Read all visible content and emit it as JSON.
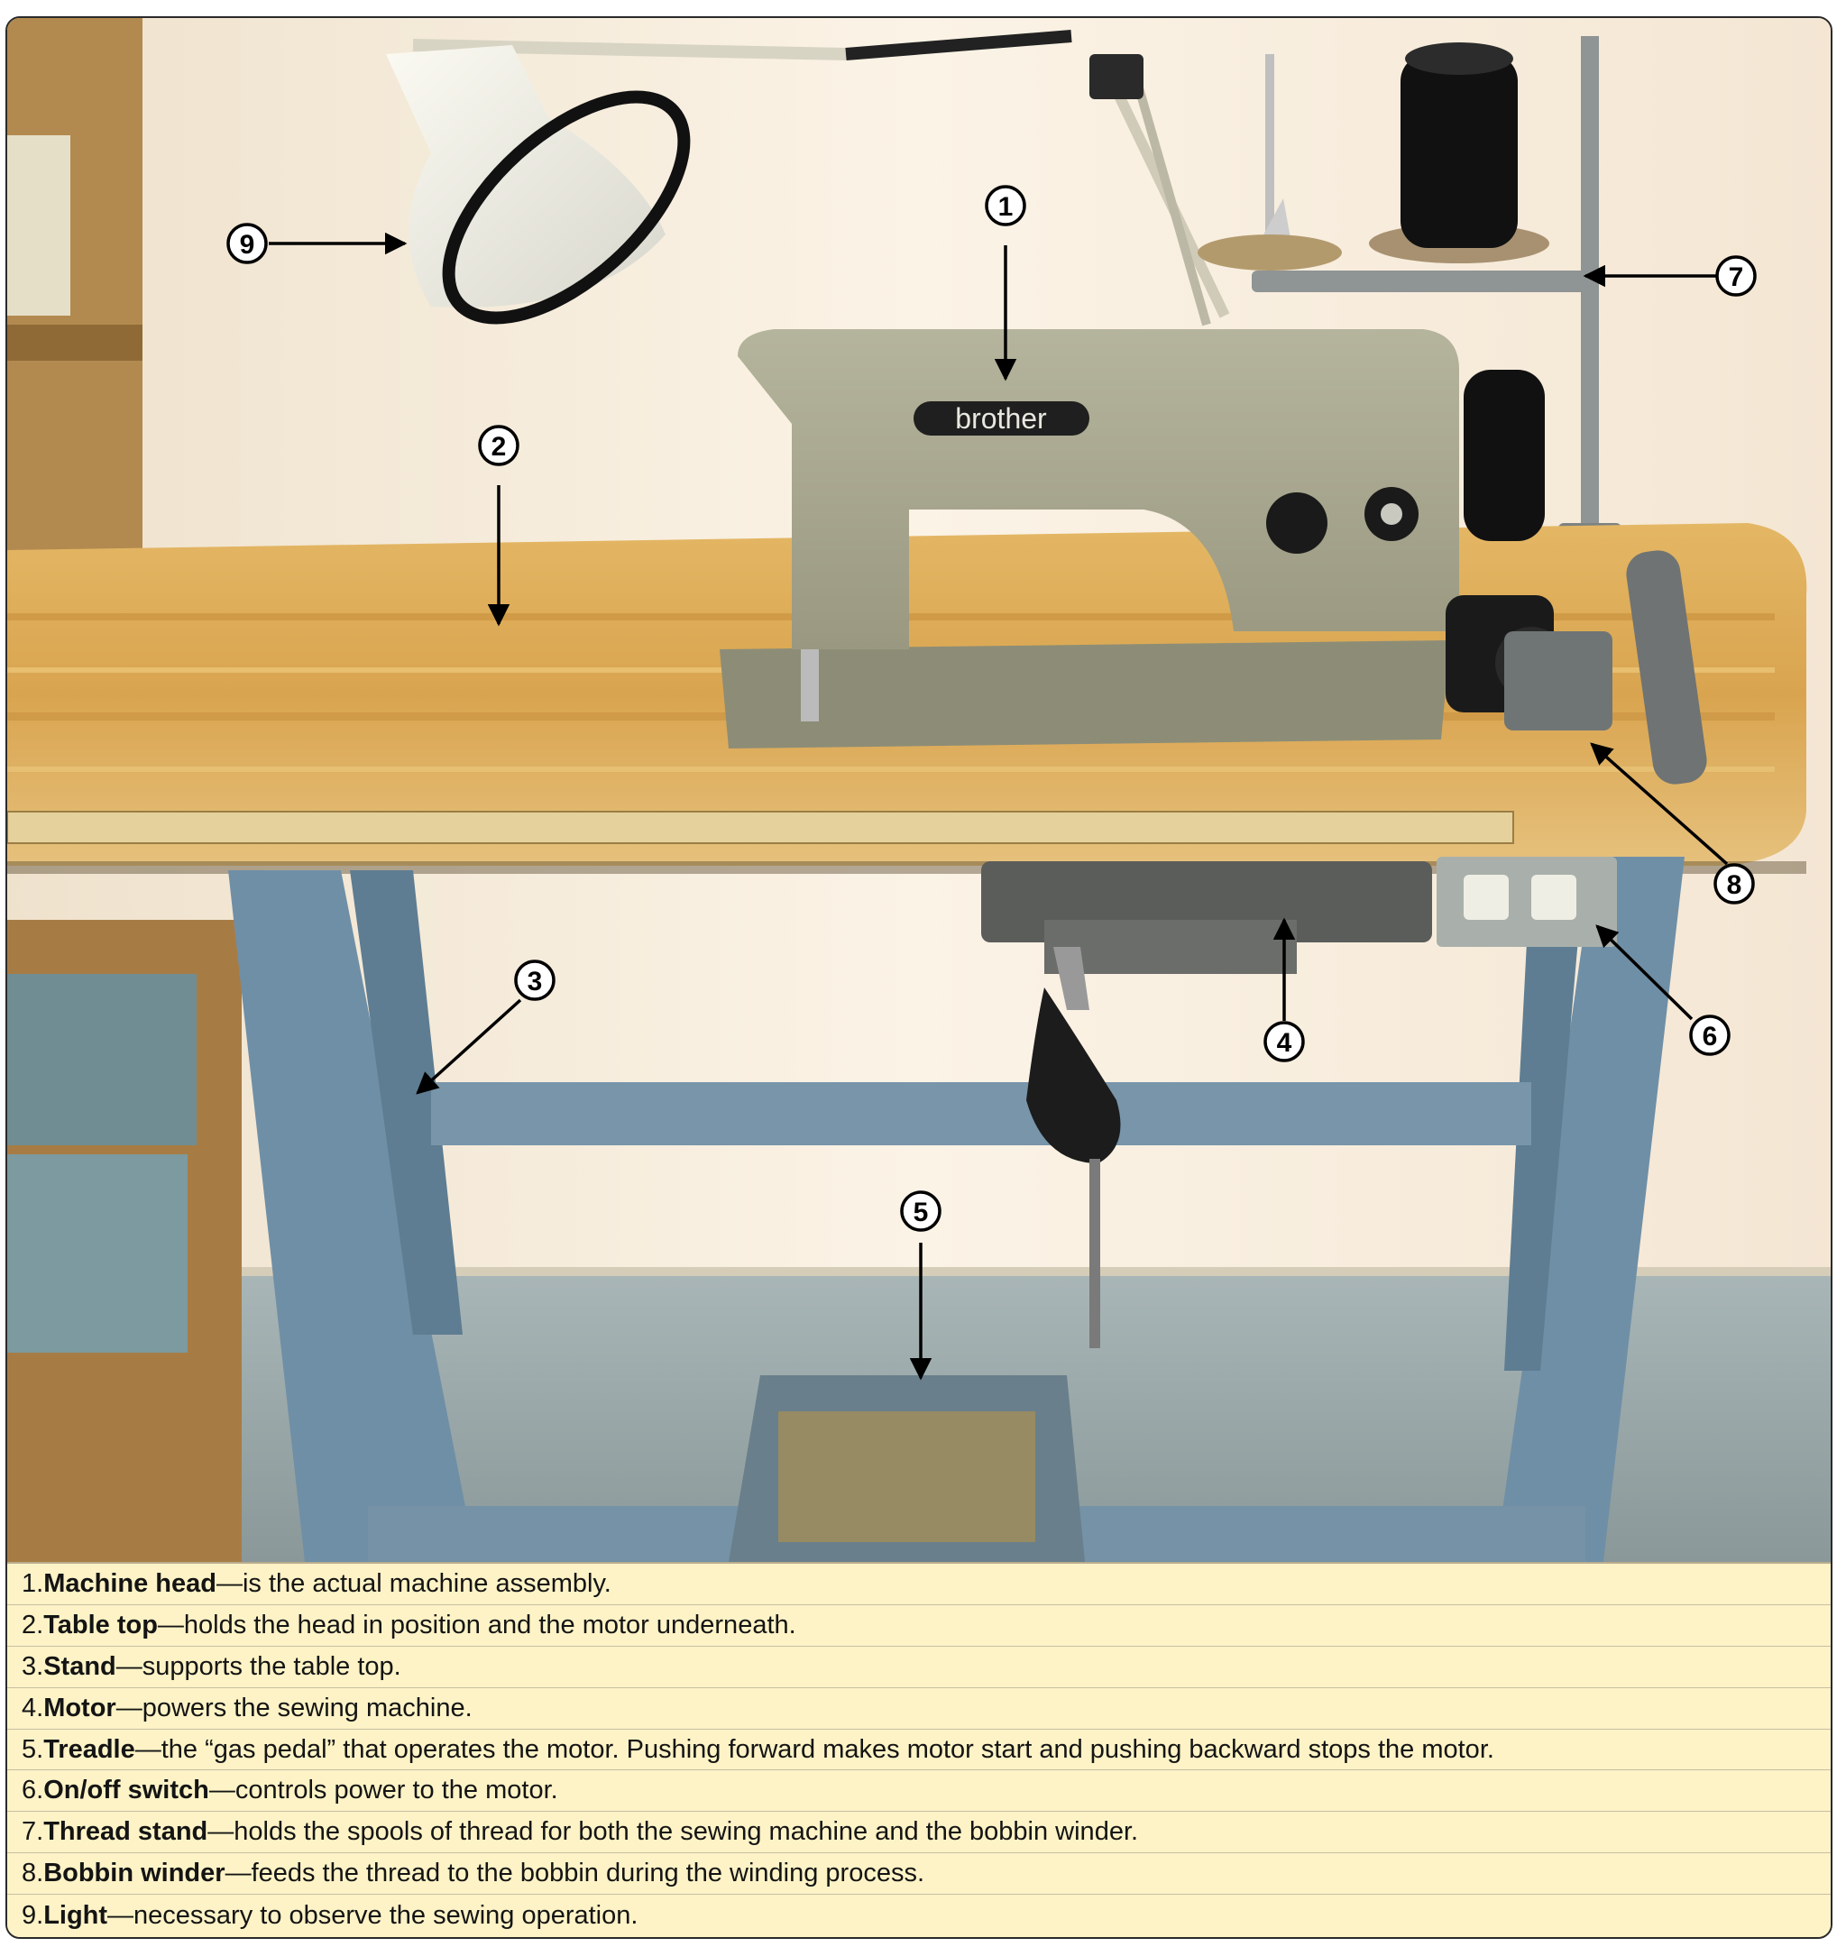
{
  "callouts": [
    {
      "number": "1"
    },
    {
      "number": "2"
    },
    {
      "number": "3"
    },
    {
      "number": "4"
    },
    {
      "number": "5"
    },
    {
      "number": "6"
    },
    {
      "number": "7"
    },
    {
      "number": "8"
    },
    {
      "number": "9"
    }
  ],
  "photo": {
    "brand_label": "brother"
  },
  "legend": [
    {
      "num": "1. ",
      "term": "Machine head",
      "desc": "—is the actual machine assembly."
    },
    {
      "num": "2. ",
      "term": "Table top",
      "desc": "—holds the head in position and the motor underneath."
    },
    {
      "num": "3. ",
      "term": "Stand",
      "desc": "—supports the table top."
    },
    {
      "num": "4. ",
      "term": "Motor",
      "desc": "—powers the sewing machine."
    },
    {
      "num": "5. ",
      "term": "Treadle",
      "desc": "—the “gas pedal” that operates the motor. Pushing forward makes motor start and pushing backward stops the motor."
    },
    {
      "num": "6. ",
      "term": "On/off switch",
      "desc": "—controls power to the motor."
    },
    {
      "num": "7. ",
      "term": "Thread stand",
      "desc": "—holds the spools of thread for both the sewing machine and the bobbin winder."
    },
    {
      "num": "8. ",
      "term": "Bobbin winder",
      "desc": "—feeds the thread to the bobbin during the winding process."
    },
    {
      "num": "9. ",
      "term": "Light",
      "desc": "—necessary to observe the sewing operation."
    }
  ]
}
